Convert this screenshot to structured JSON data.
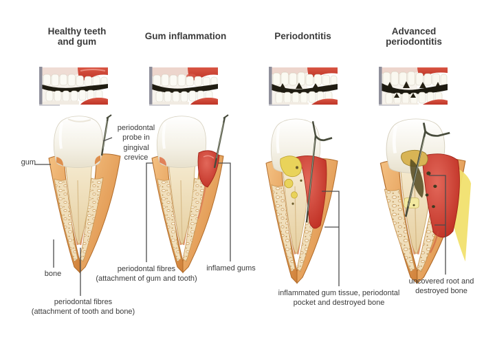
{
  "stages": [
    {
      "title": "Healthy teeth\nand gum"
    },
    {
      "title": "Gum inflammation"
    },
    {
      "title": "Periodontitis"
    },
    {
      "title": "Advanced\nperiodontitis"
    }
  ],
  "annotations": {
    "gum": "gum",
    "probe": "periodontal\nprobe in\ngingival\ncrevice",
    "bone": "bone",
    "fibres_tooth_bone": "periodontal fibres\n(attachment of tooth and bone)",
    "fibres_gum_tooth": "periodontal fibres\n(attachment of gum and tooth)",
    "inflamed_gums": "inflamed gums",
    "pocket": "inflammated gum tissue, periodontal\npocket and destroyed bone",
    "uncovered": "uncovered root and\ndestroyed bone"
  },
  "colors": {
    "gum_orange": "#D88C43",
    "bone_cream": "#F0DFBC",
    "inflamed_red": "#C02A1E",
    "tartar_yellow": "#E9D35A",
    "probe_dark": "#474B3B",
    "photo_gum_red": "#CC4434",
    "text": "#3A3A3A",
    "background": "#FFFFFF"
  }
}
